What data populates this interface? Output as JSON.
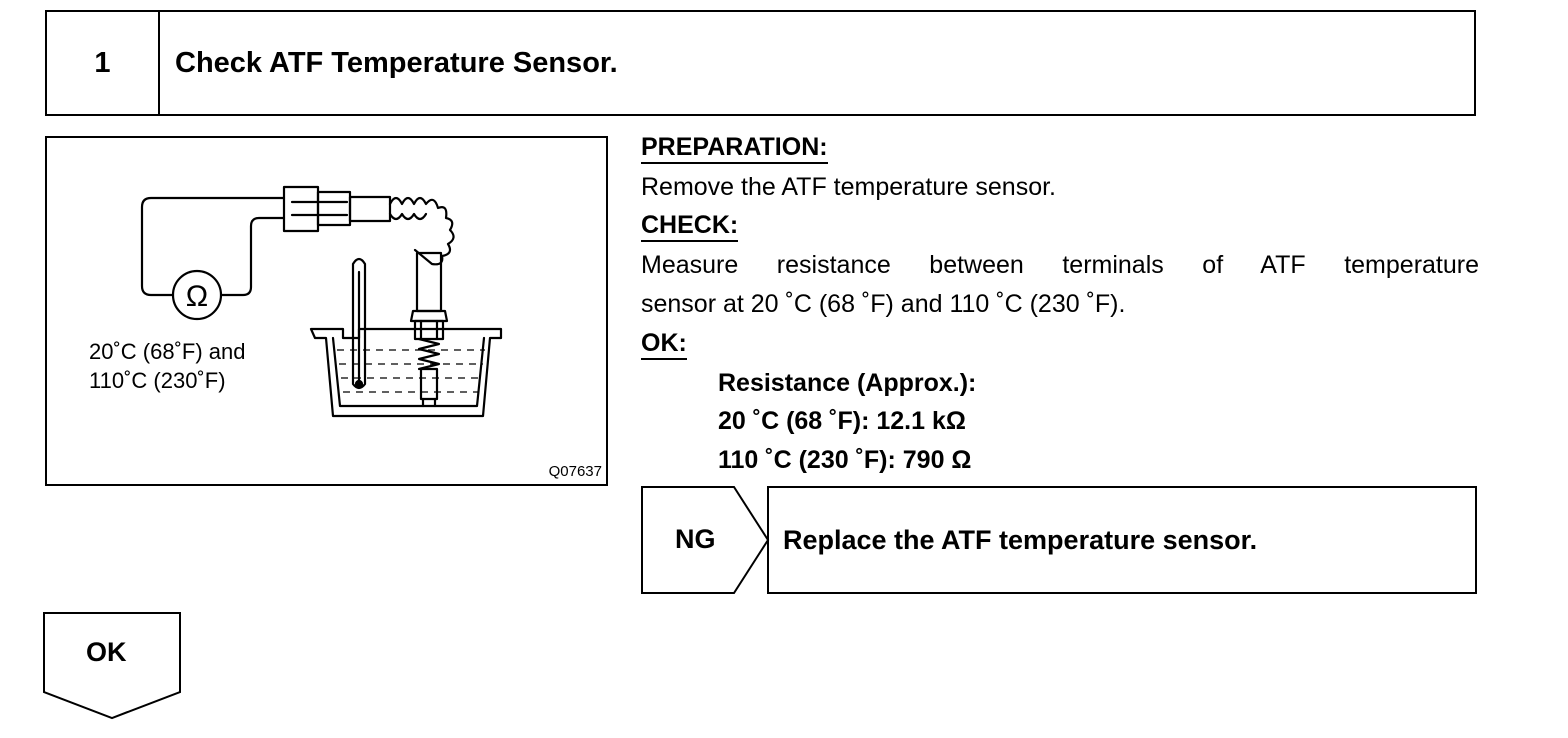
{
  "step": {
    "number": "1",
    "title": "Check ATF Temperature Sensor."
  },
  "figure": {
    "ohm_symbol": "Ω",
    "condition_line1": "20˚C (68˚F) and",
    "condition_line2": "110˚C (230˚F)",
    "code": "Q07637"
  },
  "instructions": {
    "preparation_heading": "PREPARATION:",
    "preparation_text": "Remove the ATF temperature sensor.",
    "check_heading": "CHECK:",
    "check_text_line1": "Measure resistance between terminals of ATF temperature",
    "check_text_line2": "sensor at 20 ˚C (68 ˚F) and 110 ˚C (230 ˚F).",
    "ok_heading": "OK:",
    "spec_title": "Resistance (Approx.):",
    "spec_line1": "20 ˚C (68 ˚F): 12.1 kΩ",
    "spec_line2": "110 ˚C (230 ˚F): 790 Ω"
  },
  "ng": {
    "label": "NG",
    "result": "Replace the ATF temperature sensor."
  },
  "ok": {
    "label": "OK"
  }
}
